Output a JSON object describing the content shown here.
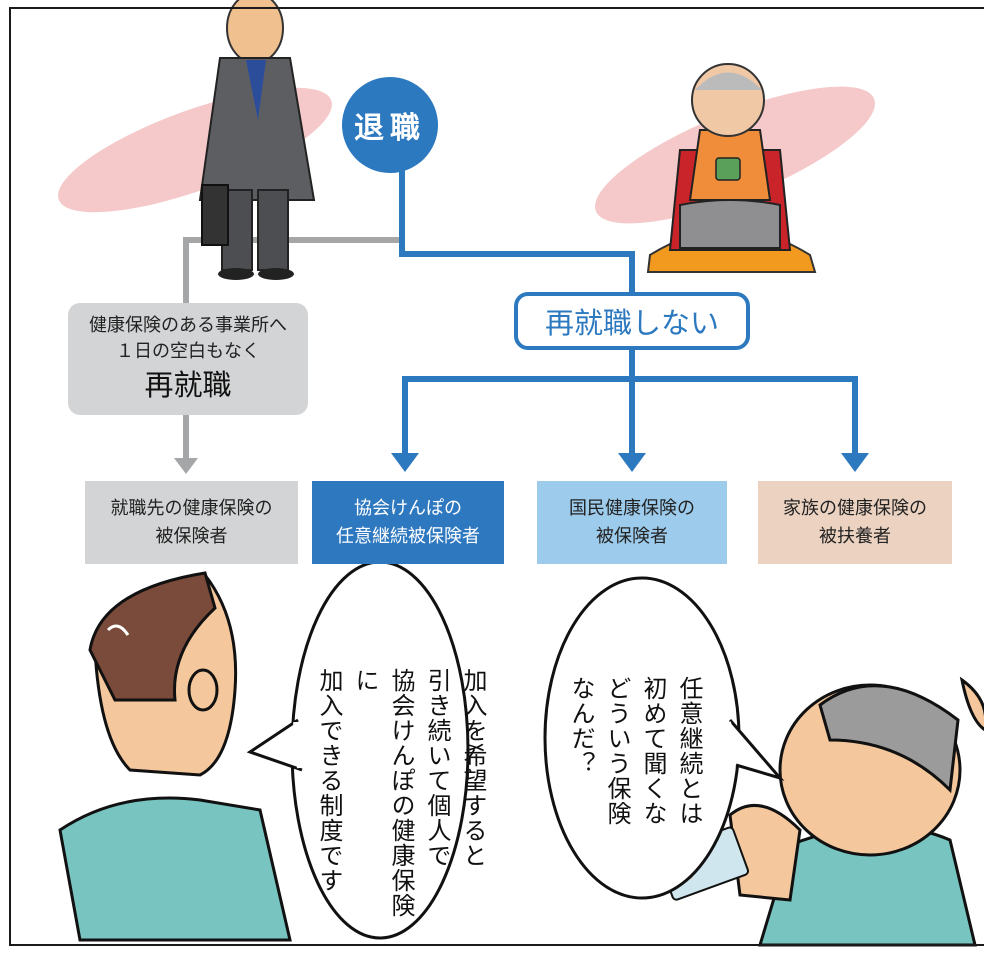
{
  "retire_label": "退職",
  "no_rejob_label": "再就職しない",
  "rejob": {
    "line1": "健康保険のある事業所へ",
    "line2": "１日の空白もなく",
    "line3": "再就職"
  },
  "destinations": [
    {
      "line1": "就職先の健康保険の",
      "line2": "被保険者"
    },
    {
      "line1": "協会けんぽの",
      "line2": "任意継続被保険者"
    },
    {
      "line1": "国民健康保険の",
      "line2": "被保険者"
    },
    {
      "line1": "家族の健康保険の",
      "line2": "被扶養者"
    }
  ],
  "speech_left": [
    "加入を希望すると",
    "引き続いて個人で",
    "協会けんぽの健康保険に",
    "加入できる制度です"
  ],
  "speech_right": [
    "任意継続とは",
    "初めて聞くな",
    "どういう保険",
    "なんだ？"
  ],
  "colors": {
    "blue": "#2c79c0",
    "gray_line": "#a5a6a8",
    "gray_box": "#d3d4d5",
    "light_blue_box": "#9ccbec",
    "beige_box": "#ebd2c1",
    "pink_ellipse": "#f5c9c9"
  }
}
